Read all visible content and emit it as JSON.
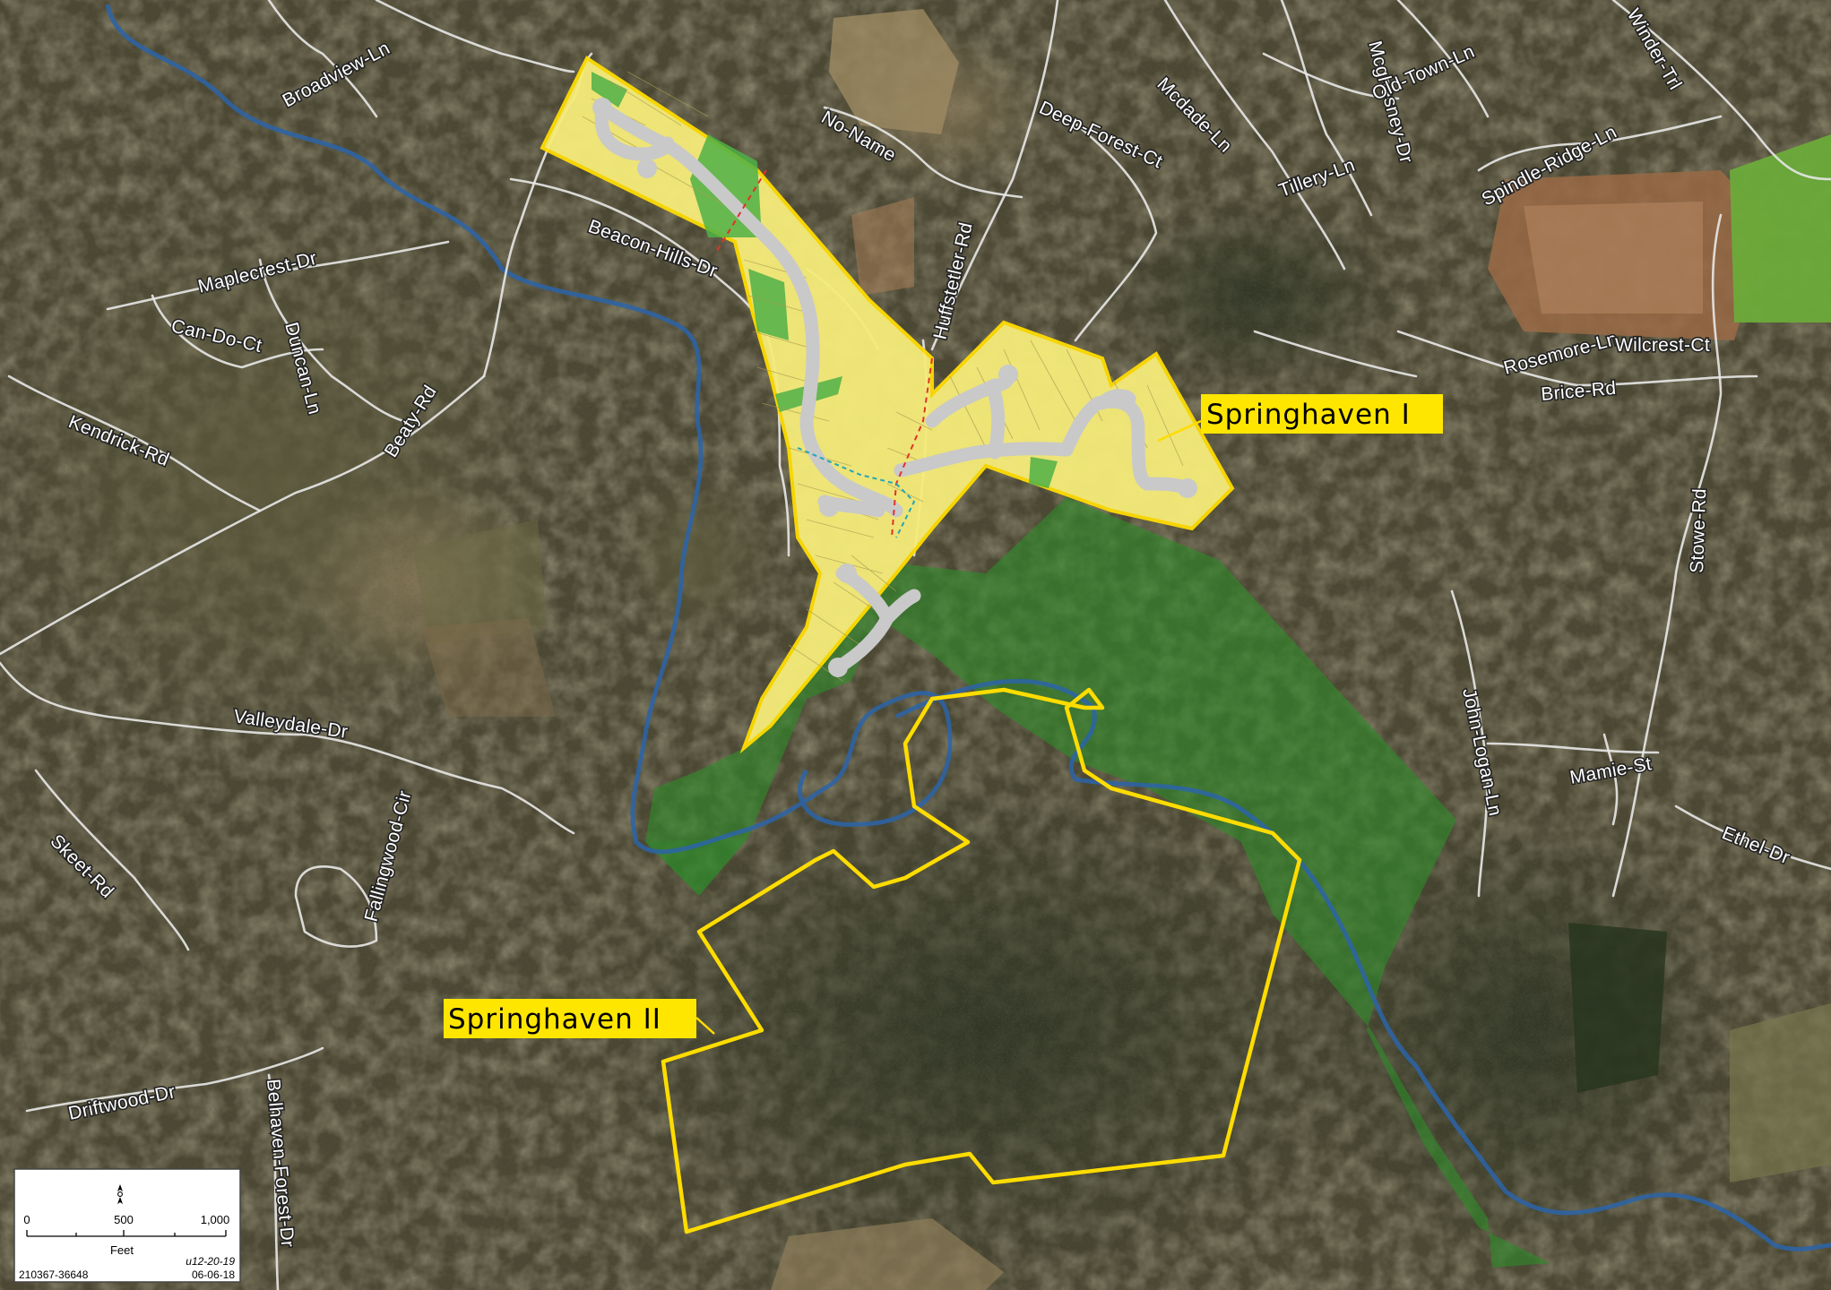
{
  "map": {
    "roads": [
      "Broadview-Ln",
      "Beacon-Hills-Dr",
      "Maplecrest-Dr",
      "Can-Do-Ct",
      "Duncan-Ln",
      "Beaty-Rd",
      "Kendrick-Rd",
      "Valleydale-Dr",
      "Fallingwood-Cir",
      "Skeet-Rd",
      "Driftwood-Dr",
      "Belhaven-Forest-Dr",
      "No-Name",
      "Deep-Forest-Ct",
      "Huffstetler-Rd",
      "Mcdade-Ln",
      "Mcghesney-Dr",
      "Old-Town-Ln",
      "Tillery-Ln",
      "Winder-Trl",
      "Spindle-Ridge-Ln",
      "Rosemore-Ln",
      "Wilcrest-Ct",
      "Brice-Rd",
      "Stowe-Rd",
      "John-Logan-Ln",
      "Mamie-St",
      "Ethel-Dr"
    ],
    "areas": [
      "Springhaven I",
      "Springhaven II"
    ],
    "colors": {
      "phase1_fill": "#f6ec7a",
      "boundary": "#ffdc00",
      "open_space": "#2f8a2a",
      "creek": "#2c64a8",
      "label_bg": "#ffe600"
    }
  },
  "scalebar": {
    "ticks": [
      "0",
      "500",
      "1,000"
    ],
    "unit": "Feet",
    "map_id": "210367-36648",
    "revision": "u12-20-19",
    "date": "06-06-18"
  }
}
